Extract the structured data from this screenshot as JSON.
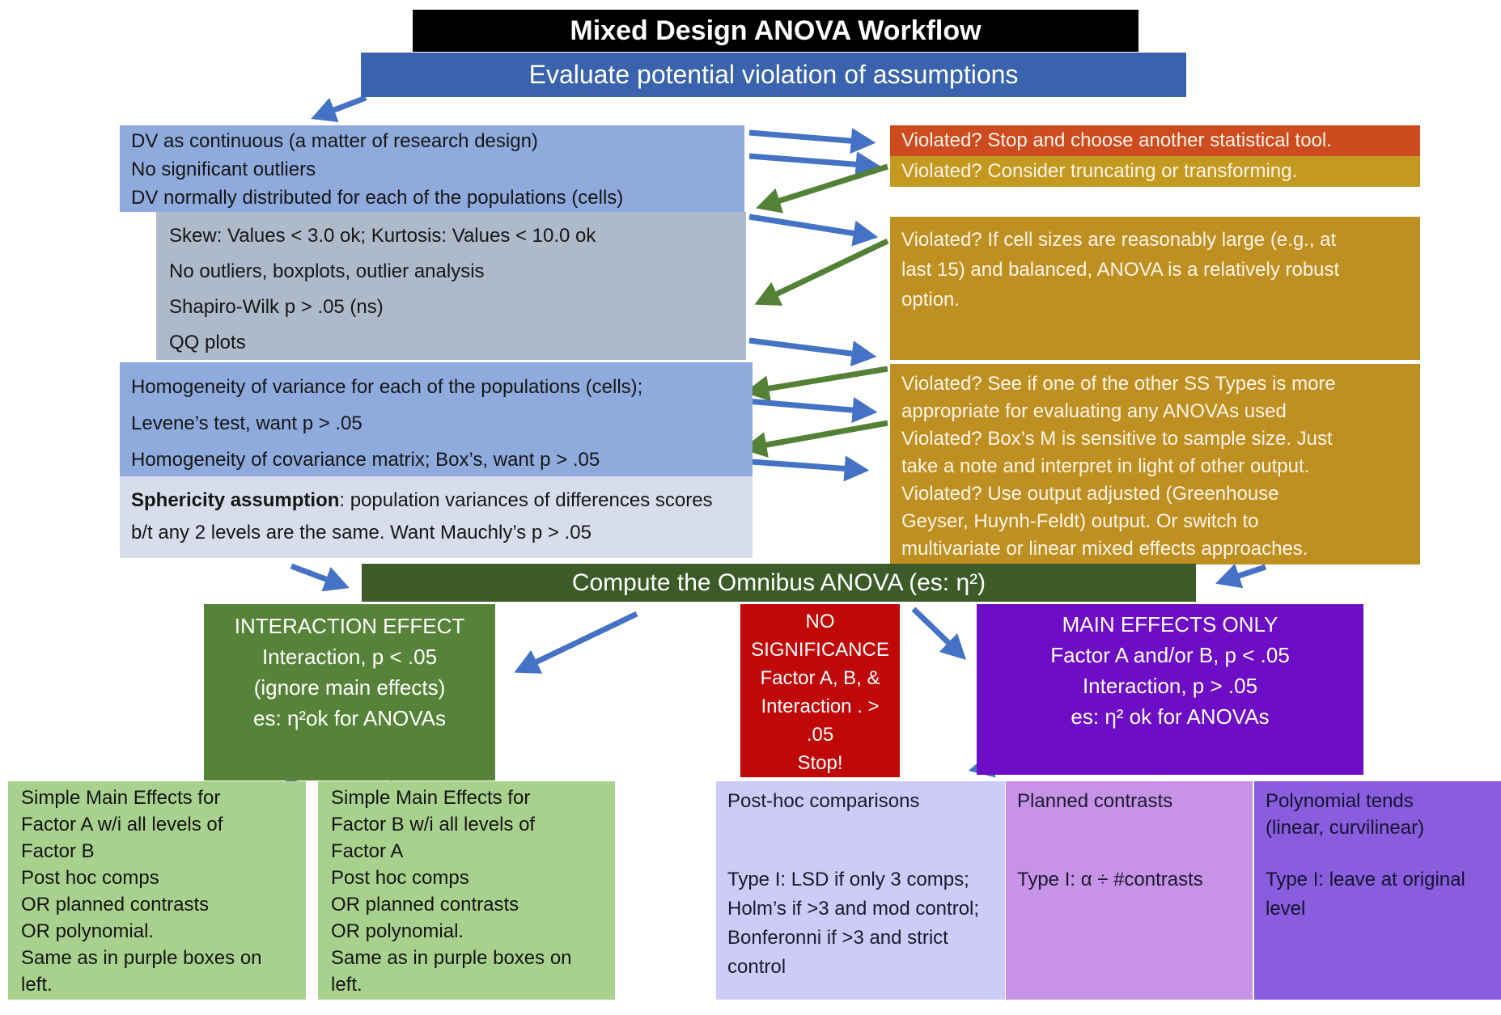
{
  "title": "Mixed Design ANOVA Workflow",
  "banner": "Evaluate potential violation of assumptions",
  "assumptions": {
    "design_lines": [
      "DV as continuous (a matter of research design)",
      "No significant outliers",
      "DV normally distributed for each of the populations (cells)"
    ],
    "normality_lines": [
      "Skew:  Values < 3.0 ok; Kurtosis: Values < 10.0 ok",
      "No outliers, boxplots, outlier analysis",
      "Shapiro-Wilk p > .05 (ns)",
      "QQ plots"
    ],
    "homogeneity_lines": [
      "Homogeneity of variance for each of the populations (cells);",
      "Levene’s test, want p > .05",
      "Homogeneity of covariance matrix; Box’s, want p > .05"
    ],
    "sphericity_bold": "Sphericity assumption",
    "sphericity_rest": ":  population variances of differences scores b/t any 2 levels are the same.  Want Mauchly’s p > .05"
  },
  "violations": {
    "stop": "Violated?  Stop and choose another statistical tool.",
    "truncate": "Violated?  Consider truncating or transforming.",
    "robust_lines": [
      "Violated?  If cell sizes are reasonably large (e.g., at",
      "last 15) and balanced,  ANOVA is a relatively robust",
      "option."
    ],
    "adjust_lines": [
      "Violated?  See if one of the other SS Types is more",
      "appropriate for evaluating any ANOVAs used",
      "Violated?  Box’s M is sensitive to sample size.  Just",
      "take a note and interpret in light of other output.",
      "Violated?  Use output adjusted (Greenhouse",
      "Geyser, Huynh-Feldt) output.  Or switch to",
      "multivariate or linear mixed effects approaches."
    ]
  },
  "omnibus": "Compute the Omnibus ANOVA  (es: η²)",
  "outcomes": {
    "interaction_lines": [
      "INTERACTION EFFECT",
      "Interaction, p < .05",
      "(ignore main effects)",
      "es:  η²ok for ANOVAs"
    ],
    "nosig_lines": [
      "NO",
      "SIGNIFICANCE",
      "Factor A, B, &",
      "Interaction . >",
      ".05",
      "Stop!"
    ],
    "main_lines": [
      "MAIN EFFECTS ONLY",
      "Factor A and/or B, p < .05",
      "Interaction, p > .05",
      "es:  η² ok for ANOVAs"
    ]
  },
  "followups": {
    "simple_a_lines": [
      "Simple Main Effects for",
      "Factor A w/i all levels of",
      "Factor B",
      "Post hoc comps",
      "OR planned contrasts",
      "OR polynomial.",
      "Same as in purple boxes on",
      "left."
    ],
    "simple_b_lines": [
      "Simple Main Effects for",
      "Factor B w/i all levels of",
      "Factor A",
      "Post hoc comps",
      "OR planned contrasts",
      "OR polynomial.",
      "Same as in purple boxes on",
      "left."
    ],
    "posthoc_title_lines": [
      "Post-hoc comparisons"
    ],
    "posthoc_body_lines": [
      "Type I:  LSD if only 3 comps;",
      "Holm’s if >3 and mod control;",
      "Bonferonni if >3 and strict",
      "control"
    ],
    "planned_title_lines": [
      "Planned contrasts"
    ],
    "planned_body_lines": [
      "Type I:  α ÷ #contrasts"
    ],
    "poly_title_lines": [
      "Polynomial tends",
      "(linear, curvilinear)"
    ],
    "poly_body_lines": [
      "Type I:  leave at original",
      "level"
    ]
  },
  "colors": {
    "title_bg": "#000000",
    "banner_bg": "#3a63ad",
    "assumption_blue": "#8faadc",
    "normality_gray": "#aeb9ca",
    "sphericity_pale": "#d7ddeb",
    "stop_vermilion": "#ce4b20",
    "gold": "#be9021",
    "omnibus_dark_green": "#3c5b28",
    "interaction_green": "#568339",
    "no_significance_red": "#c10808",
    "main_effects_purple": "#6d0dc5",
    "simple_effects_light_green": "#a9d18e",
    "posthoc_lavender": "#cdcbf7",
    "planned_orchid": "#c892e8",
    "polynomial_purple": "#8a5cde",
    "arrow_blue": "#4472c4",
    "arrow_green": "#538135"
  }
}
